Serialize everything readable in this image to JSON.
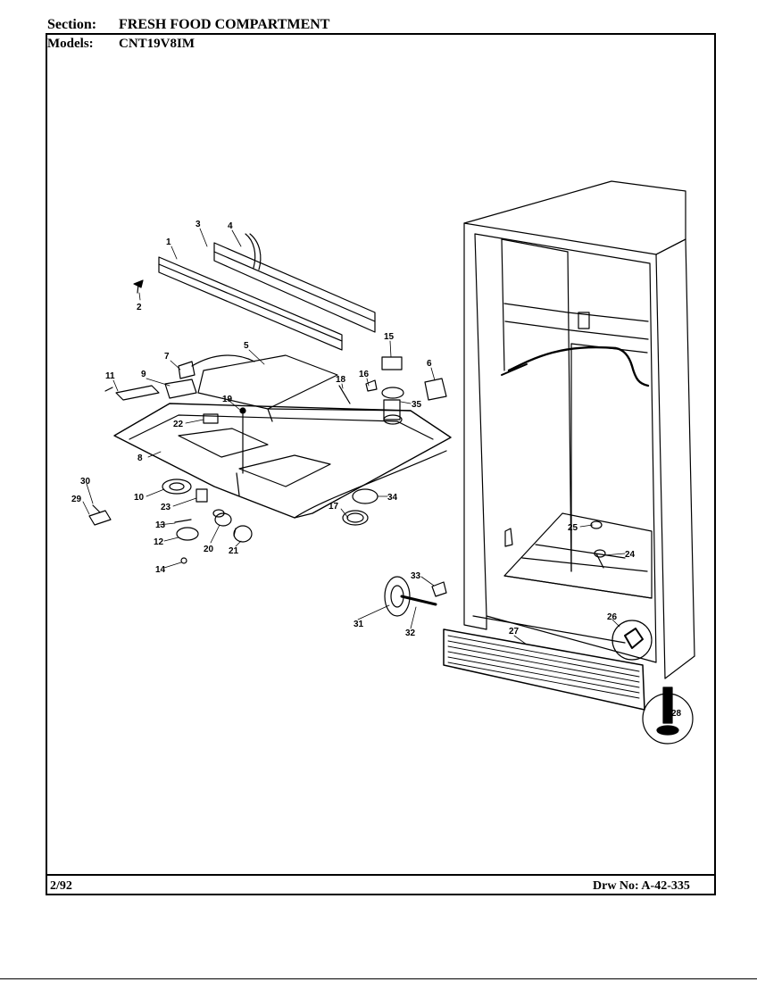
{
  "header": {
    "section_label": "Section:",
    "section_value": "FRESH FOOD COMPARTMENT",
    "models_label": "Models:",
    "models_value": "CNT19V8IM"
  },
  "footer": {
    "date": "2/92",
    "drawing_number": "Drw No: A-42-335"
  },
  "callouts": [
    "1",
    "2",
    "3",
    "4",
    "5",
    "6",
    "7",
    "8",
    "9",
    "10",
    "11",
    "12",
    "13",
    "14",
    "15",
    "16",
    "17",
    "18",
    "19",
    "20",
    "21",
    "22",
    "23",
    "24",
    "25",
    "26",
    "27",
    "28",
    "29",
    "30",
    "31",
    "32",
    "33",
    "34",
    "35"
  ]
}
